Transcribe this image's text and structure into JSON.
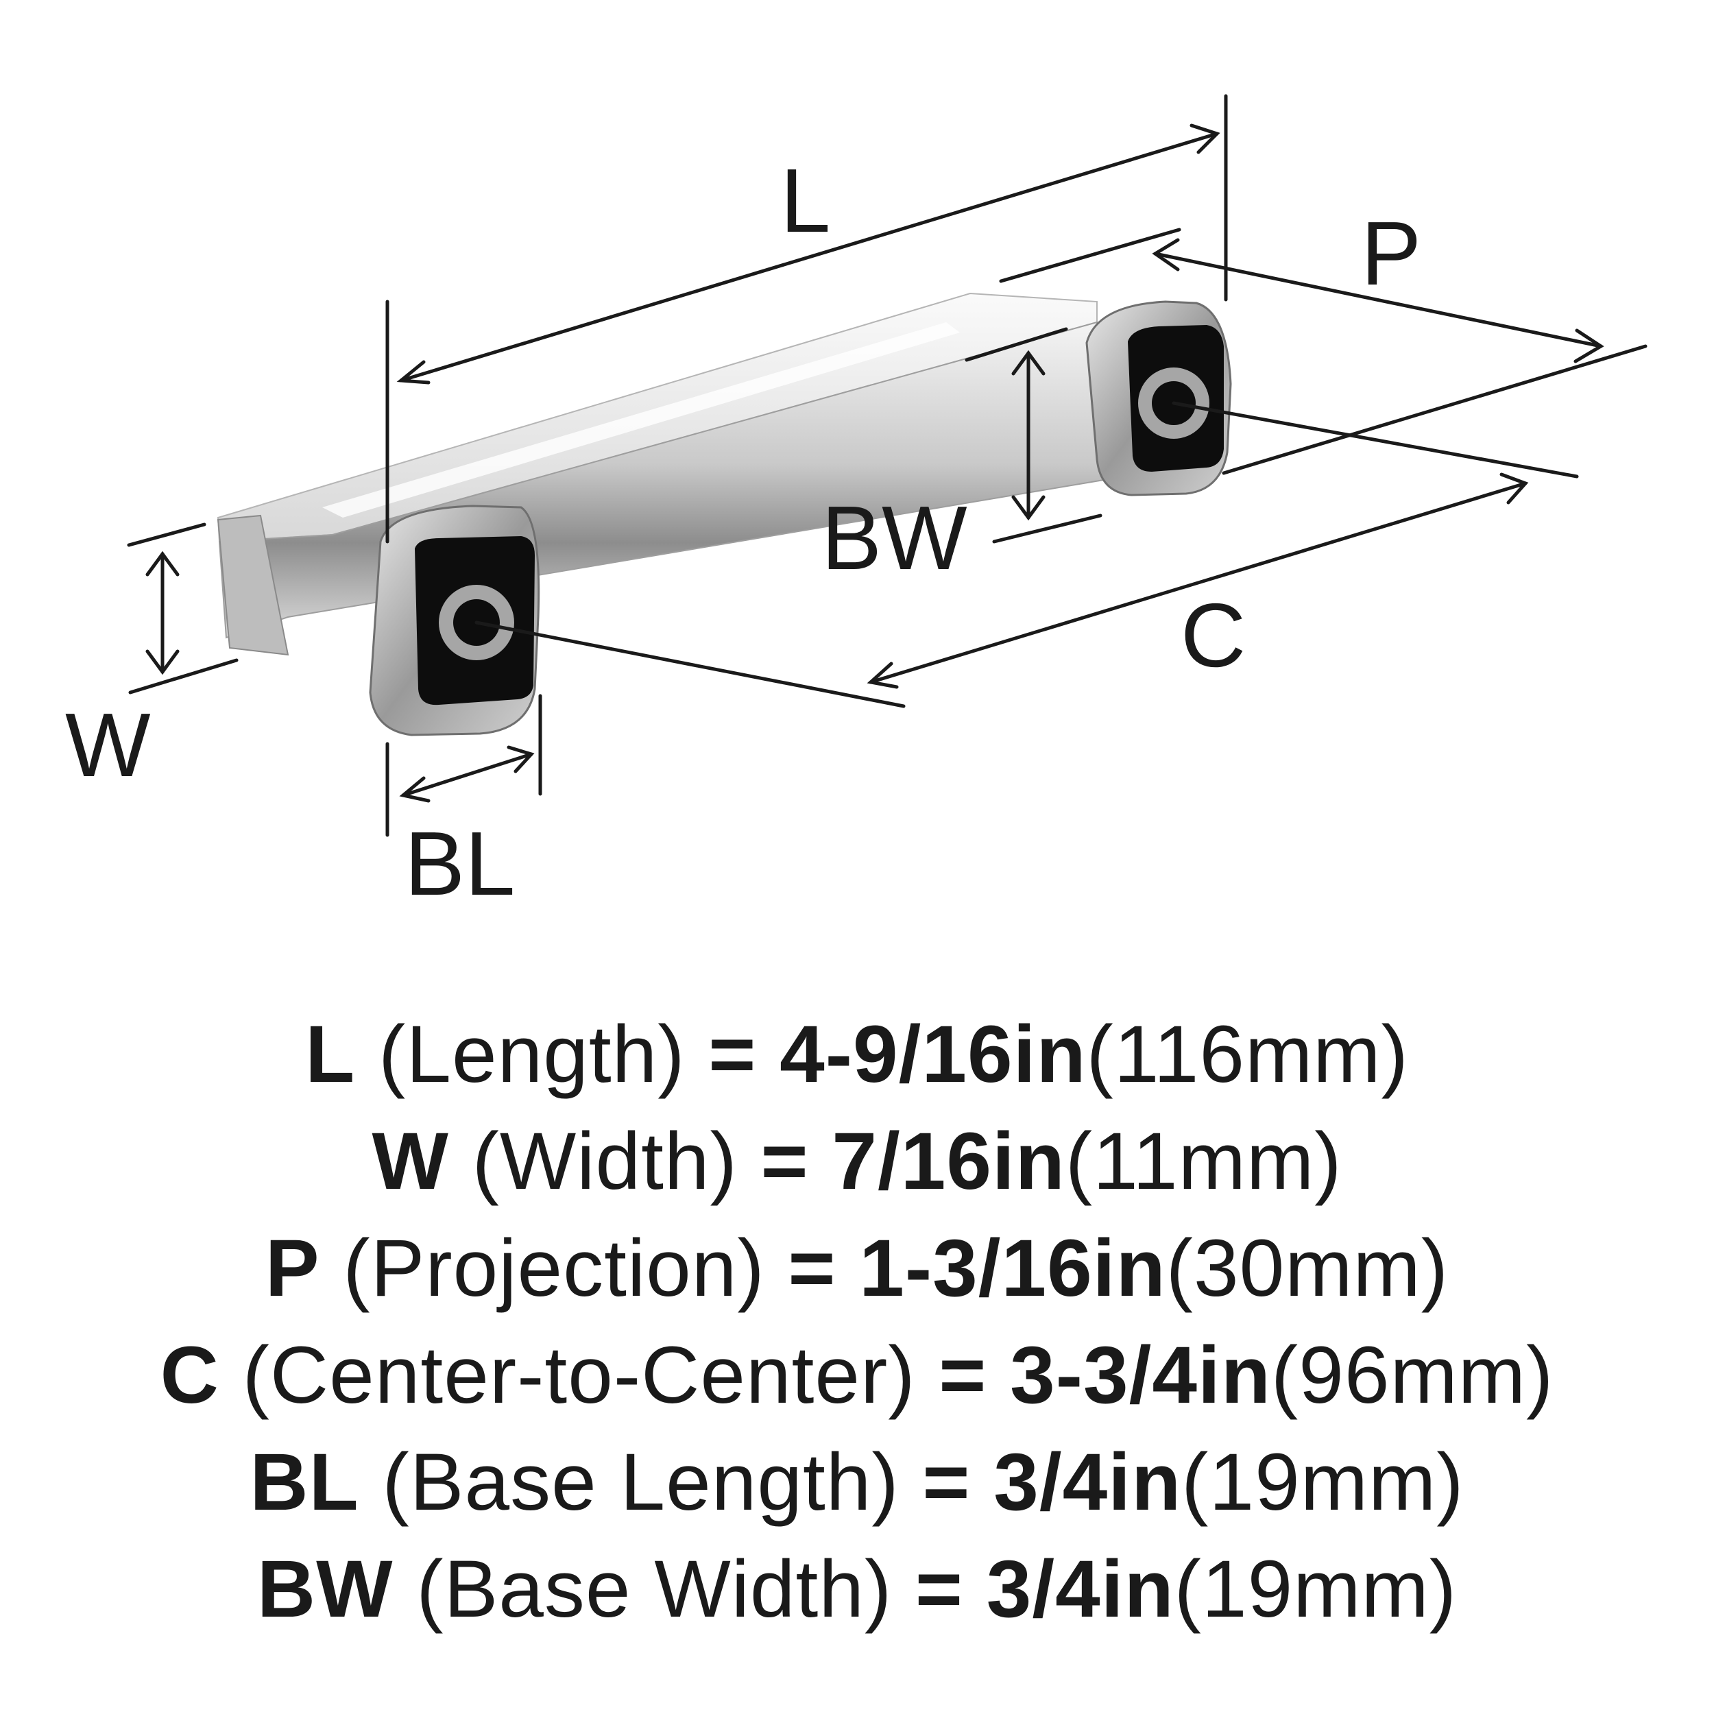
{
  "dimension_labels": {
    "L": "L",
    "P": "P",
    "BW": "BW",
    "C": "C",
    "W": "W",
    "BL": "BL"
  },
  "specs": [
    {
      "code": "L",
      "name": "(Length)",
      "eq": "=",
      "inch": "4-9/16in",
      "mm": "(116mm)"
    },
    {
      "code": "W",
      "name": "(Width)",
      "eq": "=",
      "inch": "7/16in",
      "mm": "(11mm)"
    },
    {
      "code": "P",
      "name": "(Projection)",
      "eq": "=",
      "inch": "1-3/16in",
      "mm": "(30mm)"
    },
    {
      "code": "C",
      "name": "(Center-to-Center)",
      "eq": "=",
      "inch": "3-3/4in",
      "mm": "(96mm)"
    },
    {
      "code": "BL",
      "name": "(Base Length)",
      "eq": "=",
      "inch": "3/4in",
      "mm": "(19mm)"
    },
    {
      "code": "BW",
      "name": "(Base Width)",
      "eq": "=",
      "inch": "3/4in",
      "mm": "(19mm)"
    }
  ]
}
